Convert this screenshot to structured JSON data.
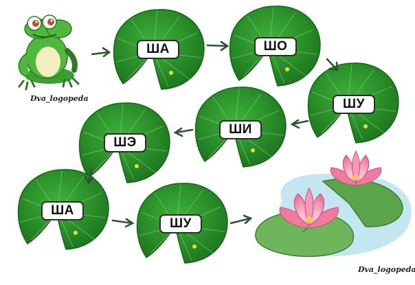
{
  "syllables": [
    "ША",
    "ШО",
    "ШУ",
    "ШИ",
    "ШЭ",
    "ША",
    "ШУ"
  ],
  "watermark_top": "Dva_logopeda",
  "watermark_bottom": "Dva_logopeda",
  "colors": {
    "leaf_dark": "#1f7a1f",
    "leaf_light": "#34a534",
    "leaf_vein": "#7fd07a",
    "arrow": "#2f5230",
    "water": "#bfe3ef",
    "lotus_pink": "#f27aa0",
    "lotus_dark": "#d94a7a",
    "pad_green": "#5aa44a",
    "frog_green": "#4fb83d",
    "frog_belly": "#f3efc0"
  },
  "icons": [
    "frog-icon",
    "lily-pad-icon",
    "arrow-right-icon",
    "lotus-pond-icon"
  ]
}
